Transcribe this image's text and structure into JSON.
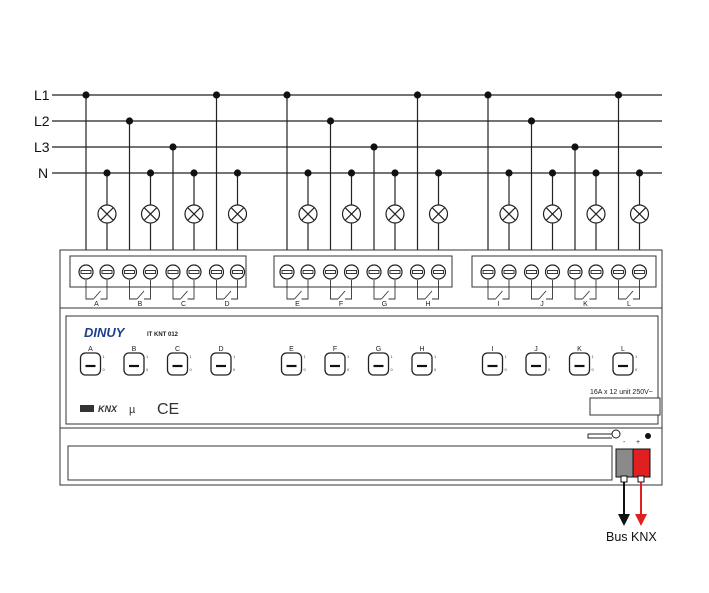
{
  "lines": [
    {
      "label": "L1"
    },
    {
      "label": "L2"
    },
    {
      "label": "L3"
    },
    {
      "label": "N"
    }
  ],
  "channels": [
    "A",
    "B",
    "C",
    "D",
    "E",
    "F",
    "G",
    "H",
    "I",
    "J",
    "K",
    "L"
  ],
  "channel_phase": [
    0,
    1,
    2,
    0,
    0,
    1,
    2,
    0,
    0,
    1,
    2,
    0
  ],
  "device": {
    "brand": "DINUY",
    "model": "IT KNT 012",
    "rating": "16A  x 12 unit 250V~",
    "knx_logo": "KNX",
    "mu_mark": "µ",
    "ce_mark": "CE",
    "switch_marks": [
      "1",
      "0"
    ]
  },
  "bus": {
    "label": "Bus KNX",
    "minus": "-",
    "plus": "+",
    "minus_color": "#8a8a8a",
    "plus_color": "#e02020",
    "arrow_left_color": "#111111",
    "arrow_right_color": "#e02020"
  }
}
